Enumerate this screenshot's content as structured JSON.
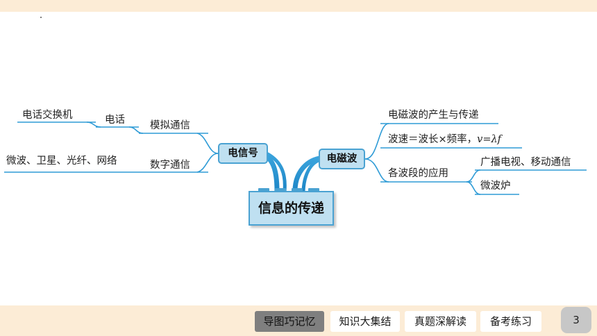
{
  "mindmap": {
    "root": "信息的传递",
    "left": {
      "title": "电信号",
      "branches": [
        {
          "label": "模拟通信",
          "children": [
            {
              "label": "电话",
              "children": [
                {
                  "label": "电话交换机"
                }
              ]
            }
          ]
        },
        {
          "label": "数字通信",
          "children": [
            {
              "label": "微波、卫星、光纤、网络"
            }
          ]
        }
      ]
    },
    "right": {
      "title": "电磁波",
      "branches": [
        {
          "label": "电磁波的产生与传递"
        },
        {
          "label_prefix": "波速＝波长×频率，",
          "label_formula": "v=λf"
        },
        {
          "label": "各波段的应用",
          "children": [
            {
              "label": "广播电视、移动通信"
            },
            {
              "label": "微波炉"
            }
          ]
        }
      ]
    }
  },
  "nav": {
    "tabs": [
      "导图巧记忆",
      "知识大集结",
      "真题深解读",
      "备考练习"
    ],
    "active_tab": "导图巧记忆"
  },
  "page_number": "3",
  "colors": {
    "band": "#fcecd6",
    "node_fill": "#bfe0f1",
    "node_border": "#4aa2d2",
    "branch_line": "#2e9bd6",
    "active_tab": "#7f7f7f",
    "page_badge": "#c7c7c7"
  }
}
